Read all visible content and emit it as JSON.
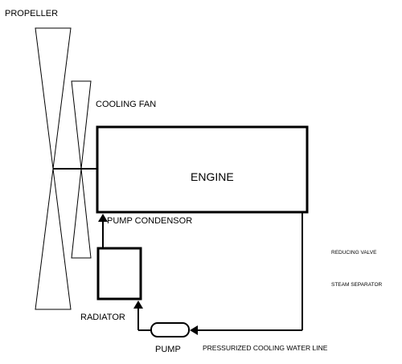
{
  "labels": {
    "propeller": "PROPELLER",
    "cooling_fan": "COOLING FAN",
    "engine": "ENGINE",
    "pump_condensor": "PUMP CONDENSOR",
    "reducing_valve": "REDUCING VALVE",
    "steam_separator": "STEAM SEPARATOR",
    "radiator": "RADIATOR",
    "pump": "PUMP",
    "pressurized_cooling_water_line": "PRESSURIZED COOLING WATER LINE"
  },
  "colors": {
    "line": "#000000",
    "background": "#ffffff"
  }
}
